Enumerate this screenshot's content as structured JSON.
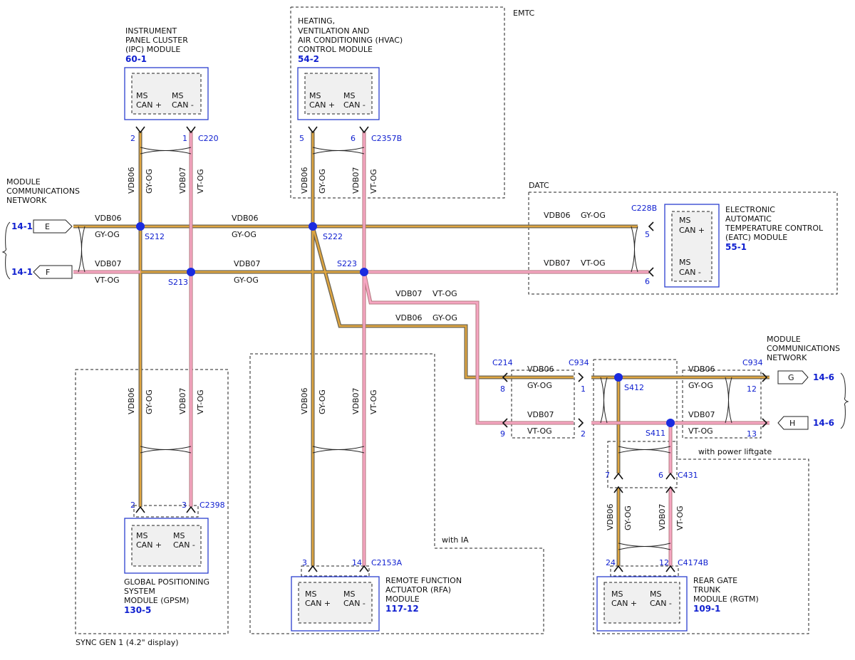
{
  "pins": {
    "ms_can": "MS",
    "can_plus": "CAN +",
    "can_minus": "CAN -"
  },
  "wires": {
    "vdb06": "VDB06",
    "vdb07": "VDB07",
    "gy_og": "GY-OG",
    "vt_og": "VT-OG"
  },
  "network_label": [
    "MODULE",
    "COMMUNICATIONS",
    "NETWORK"
  ],
  "ipc": {
    "name": [
      "INSTRUMENT",
      "PANEL CLUSTER",
      "(IPC) MODULE"
    ],
    "ref": "60-1",
    "connector": "C220",
    "pin_plus": "2",
    "pin_minus": "1"
  },
  "hvac": {
    "name": [
      "HEATING,",
      "VENTILATION AND",
      "AIR CONDITIONING (HVAC)",
      "CONTROL MODULE"
    ],
    "ref": "54-2",
    "connector": "C2357B",
    "pin_plus": "5",
    "pin_minus": "6",
    "variant": "EMTC"
  },
  "eatc": {
    "name": [
      "ELECTRONIC",
      "AUTOMATIC",
      "TEMPERATURE CONTROL",
      "(EATC) MODULE"
    ],
    "ref": "55-1",
    "connector": "C228B",
    "pin_plus": "5",
    "pin_minus": "6",
    "variant": "DATC"
  },
  "gpsm": {
    "name": [
      "GLOBAL POSITIONING",
      "SYSTEM",
      "MODULE (GPSM)"
    ],
    "ref": "130-5",
    "connector": "C2398",
    "pin_plus": "2",
    "pin_minus": "3",
    "variant": "SYNC GEN 1 (4.2\" display)"
  },
  "rfa": {
    "name": [
      "REMOTE FUNCTION",
      "ACTUATOR (RFA)",
      "MODULE"
    ],
    "ref": "117-12",
    "connector": "C2153A",
    "pin_plus": "3",
    "pin_minus": "14",
    "variant": "with IA"
  },
  "rgtm": {
    "name": [
      "REAR GATE",
      "TRUNK",
      "MODULE (RGTM)"
    ],
    "ref": "109-1",
    "connector": "C4174B",
    "pin_plus": "24",
    "pin_minus": "12",
    "variant": "with power liftgate"
  },
  "splices": {
    "s212": "S212",
    "s213": "S213",
    "s222": "S222",
    "s223": "S223",
    "s411": "S411",
    "s412": "S412"
  },
  "connectors": {
    "c214": "C214",
    "c934": "C934",
    "c431": "C431"
  },
  "connector_pins": {
    "c214_gy": "8",
    "c214_vt": "9",
    "c934_gy": "1",
    "c934_vt": "2",
    "c934r_gy": "12",
    "c934r_vt": "13",
    "c431_gy": "7",
    "c431_vt": "6"
  },
  "offpage": {
    "left_ref": "14-1",
    "right_ref": "14-6",
    "e": "E",
    "f": "F",
    "g": "G",
    "h": "H"
  },
  "colors": {
    "gy_og_outer": "#6b6350",
    "gy_og_inner": "#e0a640",
    "vt_og_outer": "#b2787e",
    "vt_og_inner": "#f6a6c2",
    "module_border": "#2b3fd0",
    "ref_text": "#1020d0",
    "splice": "#1a2be0"
  }
}
